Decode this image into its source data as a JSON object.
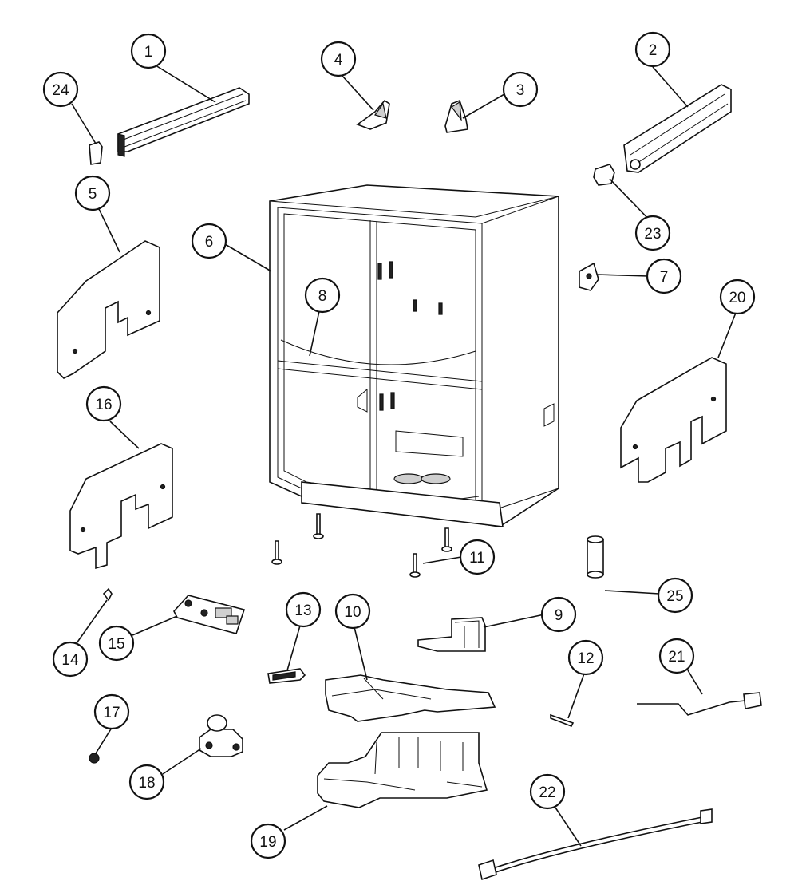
{
  "diagram": {
    "callouts": [
      "1",
      "2",
      "3",
      "4",
      "5",
      "6",
      "7",
      "8",
      "9",
      "10",
      "11",
      "12",
      "13",
      "14",
      "15",
      "16",
      "17",
      "18",
      "19",
      "20",
      "21",
      "22",
      "23",
      "24",
      "25"
    ]
  },
  "colors": {
    "ink": "#111111",
    "paper": "#ffffff"
  }
}
